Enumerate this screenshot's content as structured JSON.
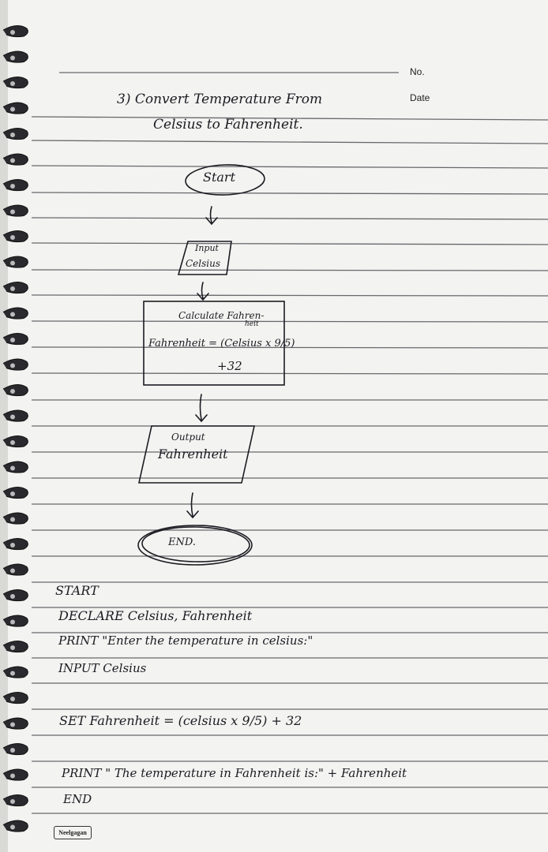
{
  "header": {
    "no_label": "No.",
    "date_label": "Date"
  },
  "title": {
    "line1": "3) Convert Temperature From",
    "line2": "Celsius to Fahrenheit."
  },
  "flowchart": {
    "start": "Start",
    "input_line1": "Input",
    "input_line2": "Celsius",
    "process_line1": "Calculate Fahren-",
    "process_line1b": "heit",
    "process_line2": "Fahrenheit = (Celsius x 9/5)",
    "process_line3": "+32",
    "output_line1": "Output",
    "output_line2": "Fahrenheit",
    "end": "END."
  },
  "pseudocode": {
    "line1": "START",
    "line2": "DECLARE Celsius, Fahrenheit",
    "line3": "PRINT \"Enter the temperature in celsius:\"",
    "line4": "INPUT Celsius",
    "line5": "SET Fahrenheit = (celsius x 9/5) + 32",
    "line6": "PRINT \" The temperature in Fahrenheit is:\" + Fahrenheit",
    "line7": "END"
  },
  "brand": "Neelgagan"
}
